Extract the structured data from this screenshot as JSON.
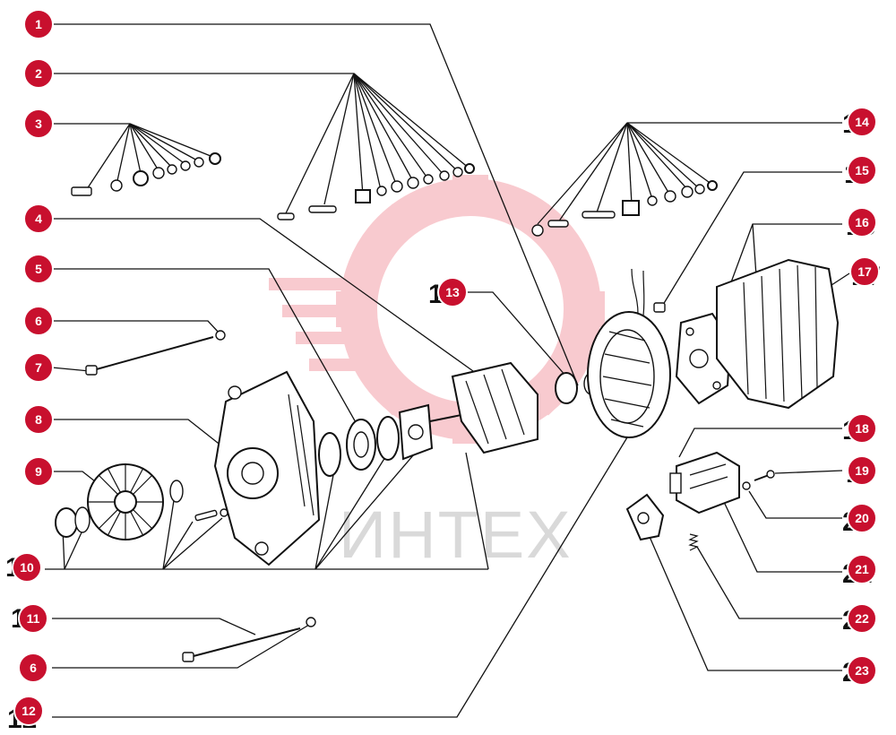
{
  "watermark": {
    "text": "ИНТЕХ",
    "color": "#f4a0a8",
    "text_color": "#d9d9d9"
  },
  "badge_color": "#c8102e",
  "callouts": [
    {
      "label": "1"
    },
    {
      "label": "2"
    },
    {
      "label": "3"
    },
    {
      "label": "4"
    },
    {
      "label": "5"
    },
    {
      "label": "6"
    },
    {
      "label": "7"
    },
    {
      "label": "8"
    },
    {
      "label": "9"
    },
    {
      "label": "10"
    },
    {
      "label": "11"
    },
    {
      "label": "6"
    },
    {
      "label": "12"
    },
    {
      "label": "13"
    },
    {
      "label": "14"
    },
    {
      "label": "15"
    },
    {
      "label": "16"
    },
    {
      "label": "17"
    },
    {
      "label": "18"
    },
    {
      "label": "19"
    },
    {
      "label": "20"
    },
    {
      "label": "21"
    },
    {
      "label": "22"
    },
    {
      "label": "23"
    }
  ]
}
